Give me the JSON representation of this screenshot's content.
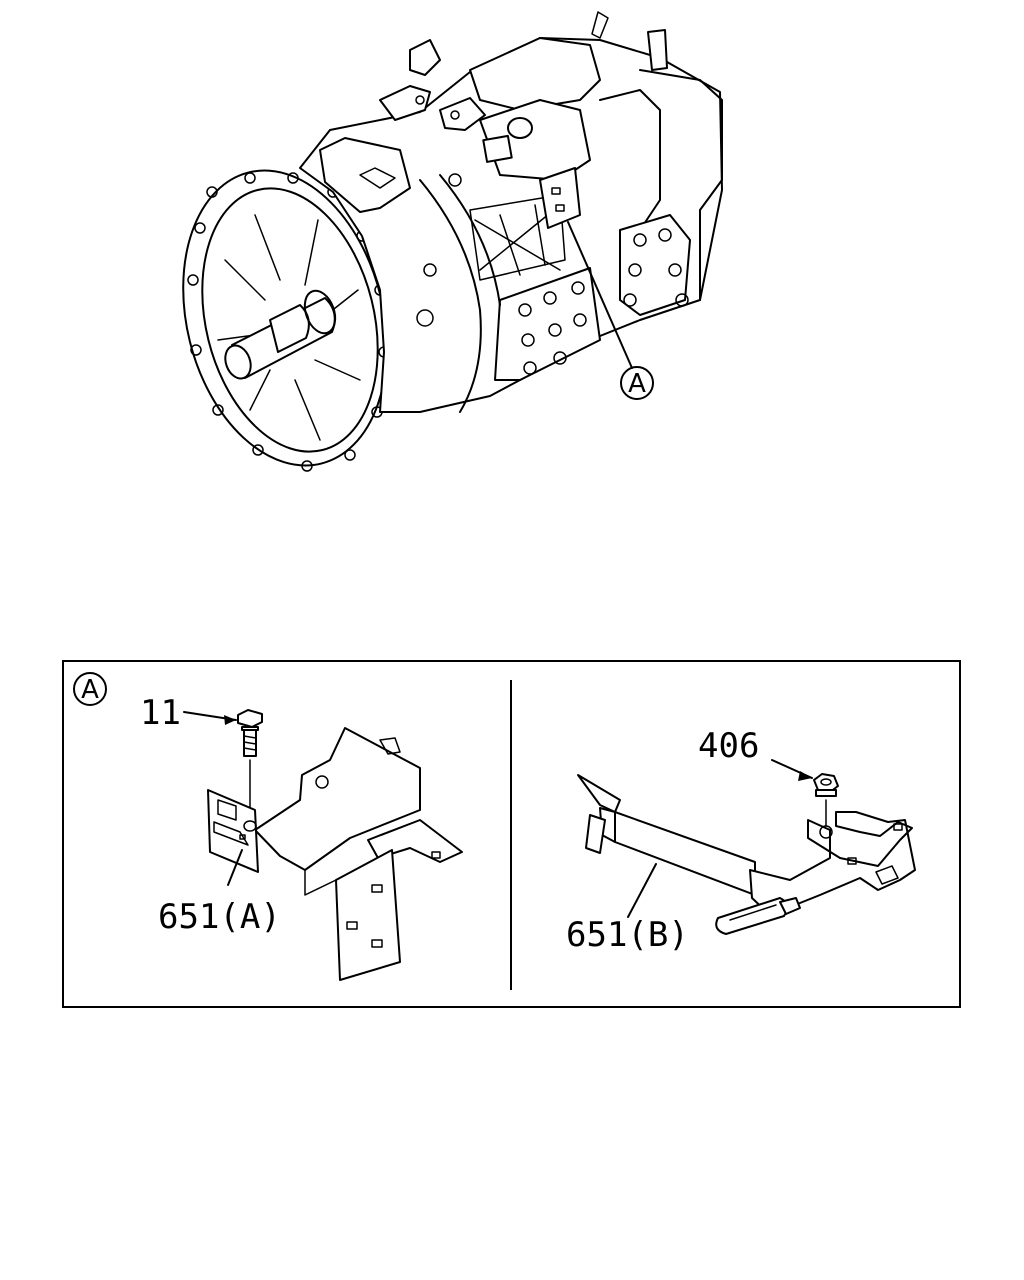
{
  "callouts": {
    "main_view": "A",
    "detail_box": "A"
  },
  "labels": {
    "bolt": "11",
    "nut": "406",
    "bracket_a": "651(A)",
    "bracket_b": "651(B)"
  }
}
